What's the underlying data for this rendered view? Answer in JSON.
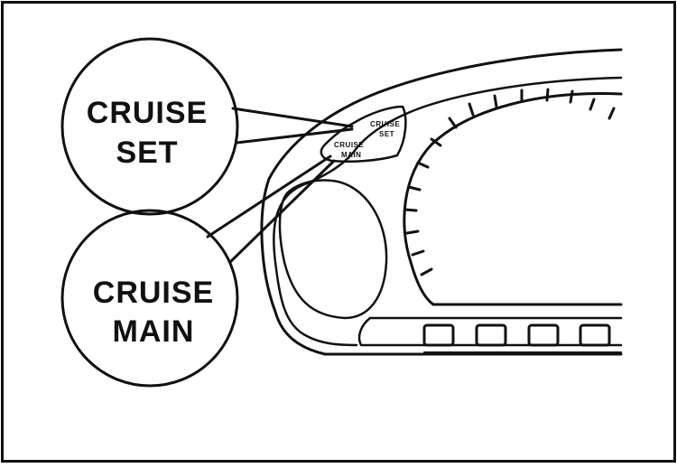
{
  "callouts": {
    "set": {
      "line1": "CRUISE",
      "line2": "SET"
    },
    "main": {
      "line1": "CRUISE",
      "line2": "MAIN"
    }
  },
  "indicators": {
    "set": {
      "line1": "CRUISE",
      "line2": "SET"
    },
    "main": {
      "line1": "CRUISE",
      "line2": "MAIN"
    }
  },
  "colors": {
    "ink": "#111111",
    "paper": "#ffffff"
  }
}
